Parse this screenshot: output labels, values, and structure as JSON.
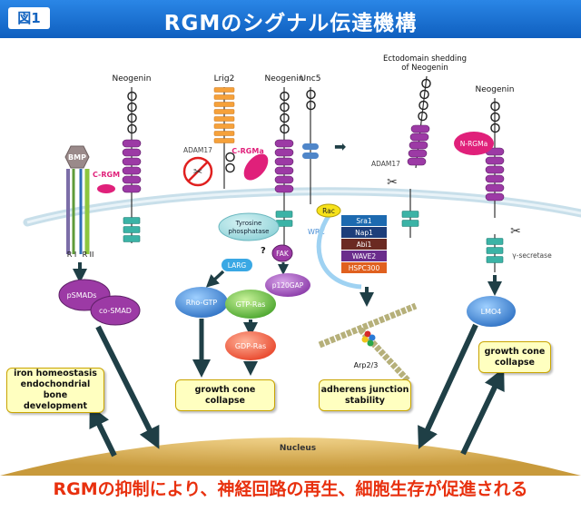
{
  "header": {
    "figure_label": "図1",
    "title": "RGMのシグナル伝達機構"
  },
  "footer": {
    "conclusion": "RGMの抑制により、神経回路の再生、細胞生存が促進される"
  },
  "receptors": {
    "neogenin_left": "Neogenin",
    "lrig2": "Lrig2",
    "neogenin_center": "Neogenin",
    "unc5": "Unc5",
    "neogenin_right": "Neogenin",
    "shedding": "Ectodomain shedding",
    "shedding_line2": "of Neogenin"
  },
  "ligands": {
    "bmp": "BMP",
    "c_rgm_left": "C-RGM",
    "c_rgma_center": "C-RGMa",
    "n_rgma": "N-RGMa",
    "ri": "R I",
    "rii": "R II"
  },
  "enzymes": {
    "adam17_left": "ADAM17",
    "adam17_right": "ADAM17",
    "gamma_secretase": "γ-secretase"
  },
  "signaling": {
    "tyrosine_phosphatase": "Tyrosine",
    "tyrosine_phosphatase_line2": "phosphatase",
    "question": "?",
    "fak": "FAK",
    "larg": "LARG",
    "p120gap": "p120GAP",
    "rho_gtp": "Rho-GTP",
    "gtp_ras": "GTP-Ras",
    "gdp_ras": "GDP-Ras",
    "psmads": "pSMADs",
    "co_smad": "co-SMAD",
    "lmo4": "LMO4",
    "wrc": "WRC",
    "rac": "Rac",
    "wrc_components": [
      "Sra1",
      "Nap1",
      "Abi1",
      "WAVE2",
      "HSPC300"
    ],
    "arp": "Arp2/3",
    "nucleus": "Nucleus"
  },
  "outcomes": {
    "iron_line1": "iron homeostasis",
    "iron_line2": "endochondrial bone",
    "iron_line3": "development",
    "collapse_center_line1": "growth cone",
    "collapse_center_line2": "collapse",
    "adherens_line1": "adherens junction",
    "adherens_line2": "stability",
    "collapse_right_line1": "growth cone",
    "collapse_right_line2": "collapse"
  },
  "colors": {
    "header_blue": "#1a6fd6",
    "title_text": "#ffffff",
    "footer_red": "#e8300e",
    "neogenin_purple": "#9c3aa5",
    "fn_teal": "#3bb3a6",
    "rgm_magenta": "#e0207a",
    "lrig_orange": "#f6a13a",
    "unc5_blue": "#4f86c9",
    "nucleus_tan": "#d8b45a",
    "membrane": "#c8dfea",
    "arrow_dark": "#1f3f46",
    "outcome_box": "#ffffc0"
  }
}
